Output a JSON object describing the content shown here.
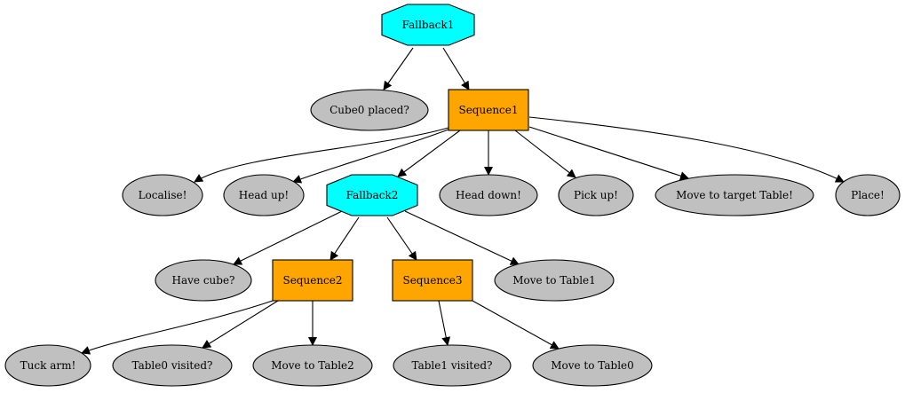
{
  "colors": {
    "fallback": "#00ffff",
    "sequence": "#ffa500",
    "leaf": "#c0c0c0",
    "edge": "#000000"
  },
  "nodes": {
    "fallback1": {
      "label": "Fallback1",
      "kind": "fallback"
    },
    "cube0_placed": {
      "label": "Cube0 placed?",
      "kind": "leaf"
    },
    "sequence1": {
      "label": "Sequence1",
      "kind": "sequence"
    },
    "localise": {
      "label": "Localise!",
      "kind": "leaf"
    },
    "head_up": {
      "label": "Head up!",
      "kind": "leaf"
    },
    "fallback2": {
      "label": "Fallback2",
      "kind": "fallback"
    },
    "head_down": {
      "label": "Head down!",
      "kind": "leaf"
    },
    "pick_up": {
      "label": "Pick up!",
      "kind": "leaf"
    },
    "move_target": {
      "label": "Move to target Table!",
      "kind": "leaf"
    },
    "place": {
      "label": "Place!",
      "kind": "leaf"
    },
    "have_cube": {
      "label": "Have cube?",
      "kind": "leaf"
    },
    "sequence2": {
      "label": "Sequence2",
      "kind": "sequence"
    },
    "sequence3": {
      "label": "Sequence3",
      "kind": "sequence"
    },
    "move_table1": {
      "label": "Move to Table1",
      "kind": "leaf"
    },
    "tuck_arm": {
      "label": "Tuck arm!",
      "kind": "leaf"
    },
    "table0_visited": {
      "label": "Table0 visited?",
      "kind": "leaf"
    },
    "move_table2": {
      "label": "Move to Table2",
      "kind": "leaf"
    },
    "table1_visited": {
      "label": "Table1 visited?",
      "kind": "leaf"
    },
    "move_table0": {
      "label": "Move to Table0",
      "kind": "leaf"
    }
  },
  "edges": [
    [
      "fallback1",
      "cube0_placed"
    ],
    [
      "fallback1",
      "sequence1"
    ],
    [
      "sequence1",
      "localise"
    ],
    [
      "sequence1",
      "head_up"
    ],
    [
      "sequence1",
      "fallback2"
    ],
    [
      "sequence1",
      "head_down"
    ],
    [
      "sequence1",
      "pick_up"
    ],
    [
      "sequence1",
      "move_target"
    ],
    [
      "sequence1",
      "place"
    ],
    [
      "fallback2",
      "have_cube"
    ],
    [
      "fallback2",
      "sequence2"
    ],
    [
      "fallback2",
      "sequence3"
    ],
    [
      "fallback2",
      "move_table1"
    ],
    [
      "sequence2",
      "tuck_arm"
    ],
    [
      "sequence2",
      "table0_visited"
    ],
    [
      "sequence2",
      "move_table2"
    ],
    [
      "sequence3",
      "table1_visited"
    ],
    [
      "sequence3",
      "move_table0"
    ]
  ]
}
